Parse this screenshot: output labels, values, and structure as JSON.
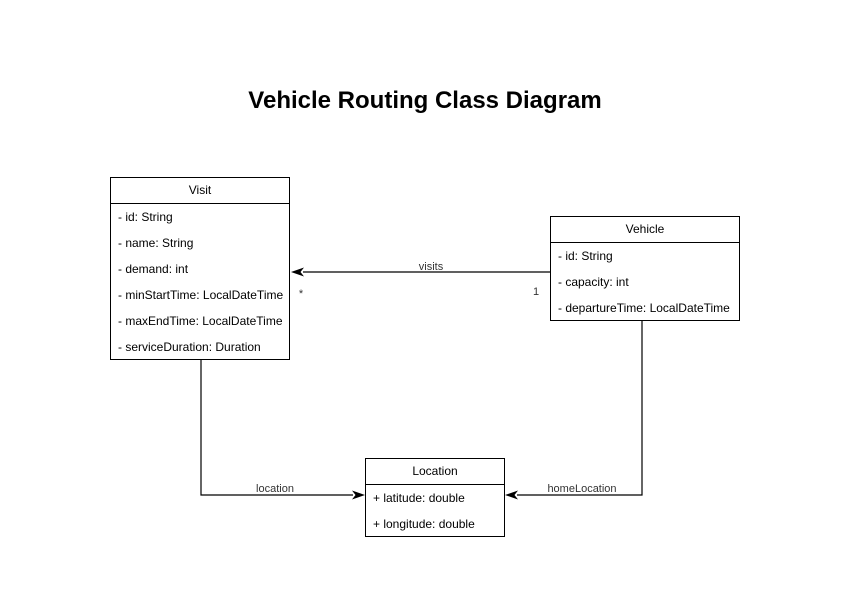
{
  "title": "Vehicle Routing Class Diagram",
  "diagram": {
    "colors": {
      "background": "#ffffff",
      "stroke": "#000000",
      "node_fill": "#ffffff",
      "node_text": "#000000",
      "edge_label_text": "#333333"
    },
    "classes": [
      {
        "name": "Visit",
        "attributes": [
          "- id: String",
          "- name: String",
          "- demand: int",
          "- minStartTime: LocalDateTime",
          "- maxEndTime: LocalDateTime",
          "- serviceDuration: Duration"
        ]
      },
      {
        "name": "Vehicle",
        "attributes": [
          "- id: String",
          "- capacity: int",
          "- departureTime: LocalDateTime"
        ]
      },
      {
        "name": "Location",
        "attributes": [
          "+ latitude: double",
          "+ longitude: double"
        ]
      }
    ],
    "edges": [
      {
        "label": "visits",
        "from": "Vehicle",
        "to": "Visit",
        "source_multiplicity": "1",
        "target_multiplicity": "*"
      },
      {
        "label": "location",
        "from": "Visit",
        "to": "Location"
      },
      {
        "label": "homeLocation",
        "from": "Vehicle",
        "to": "Location"
      }
    ]
  }
}
